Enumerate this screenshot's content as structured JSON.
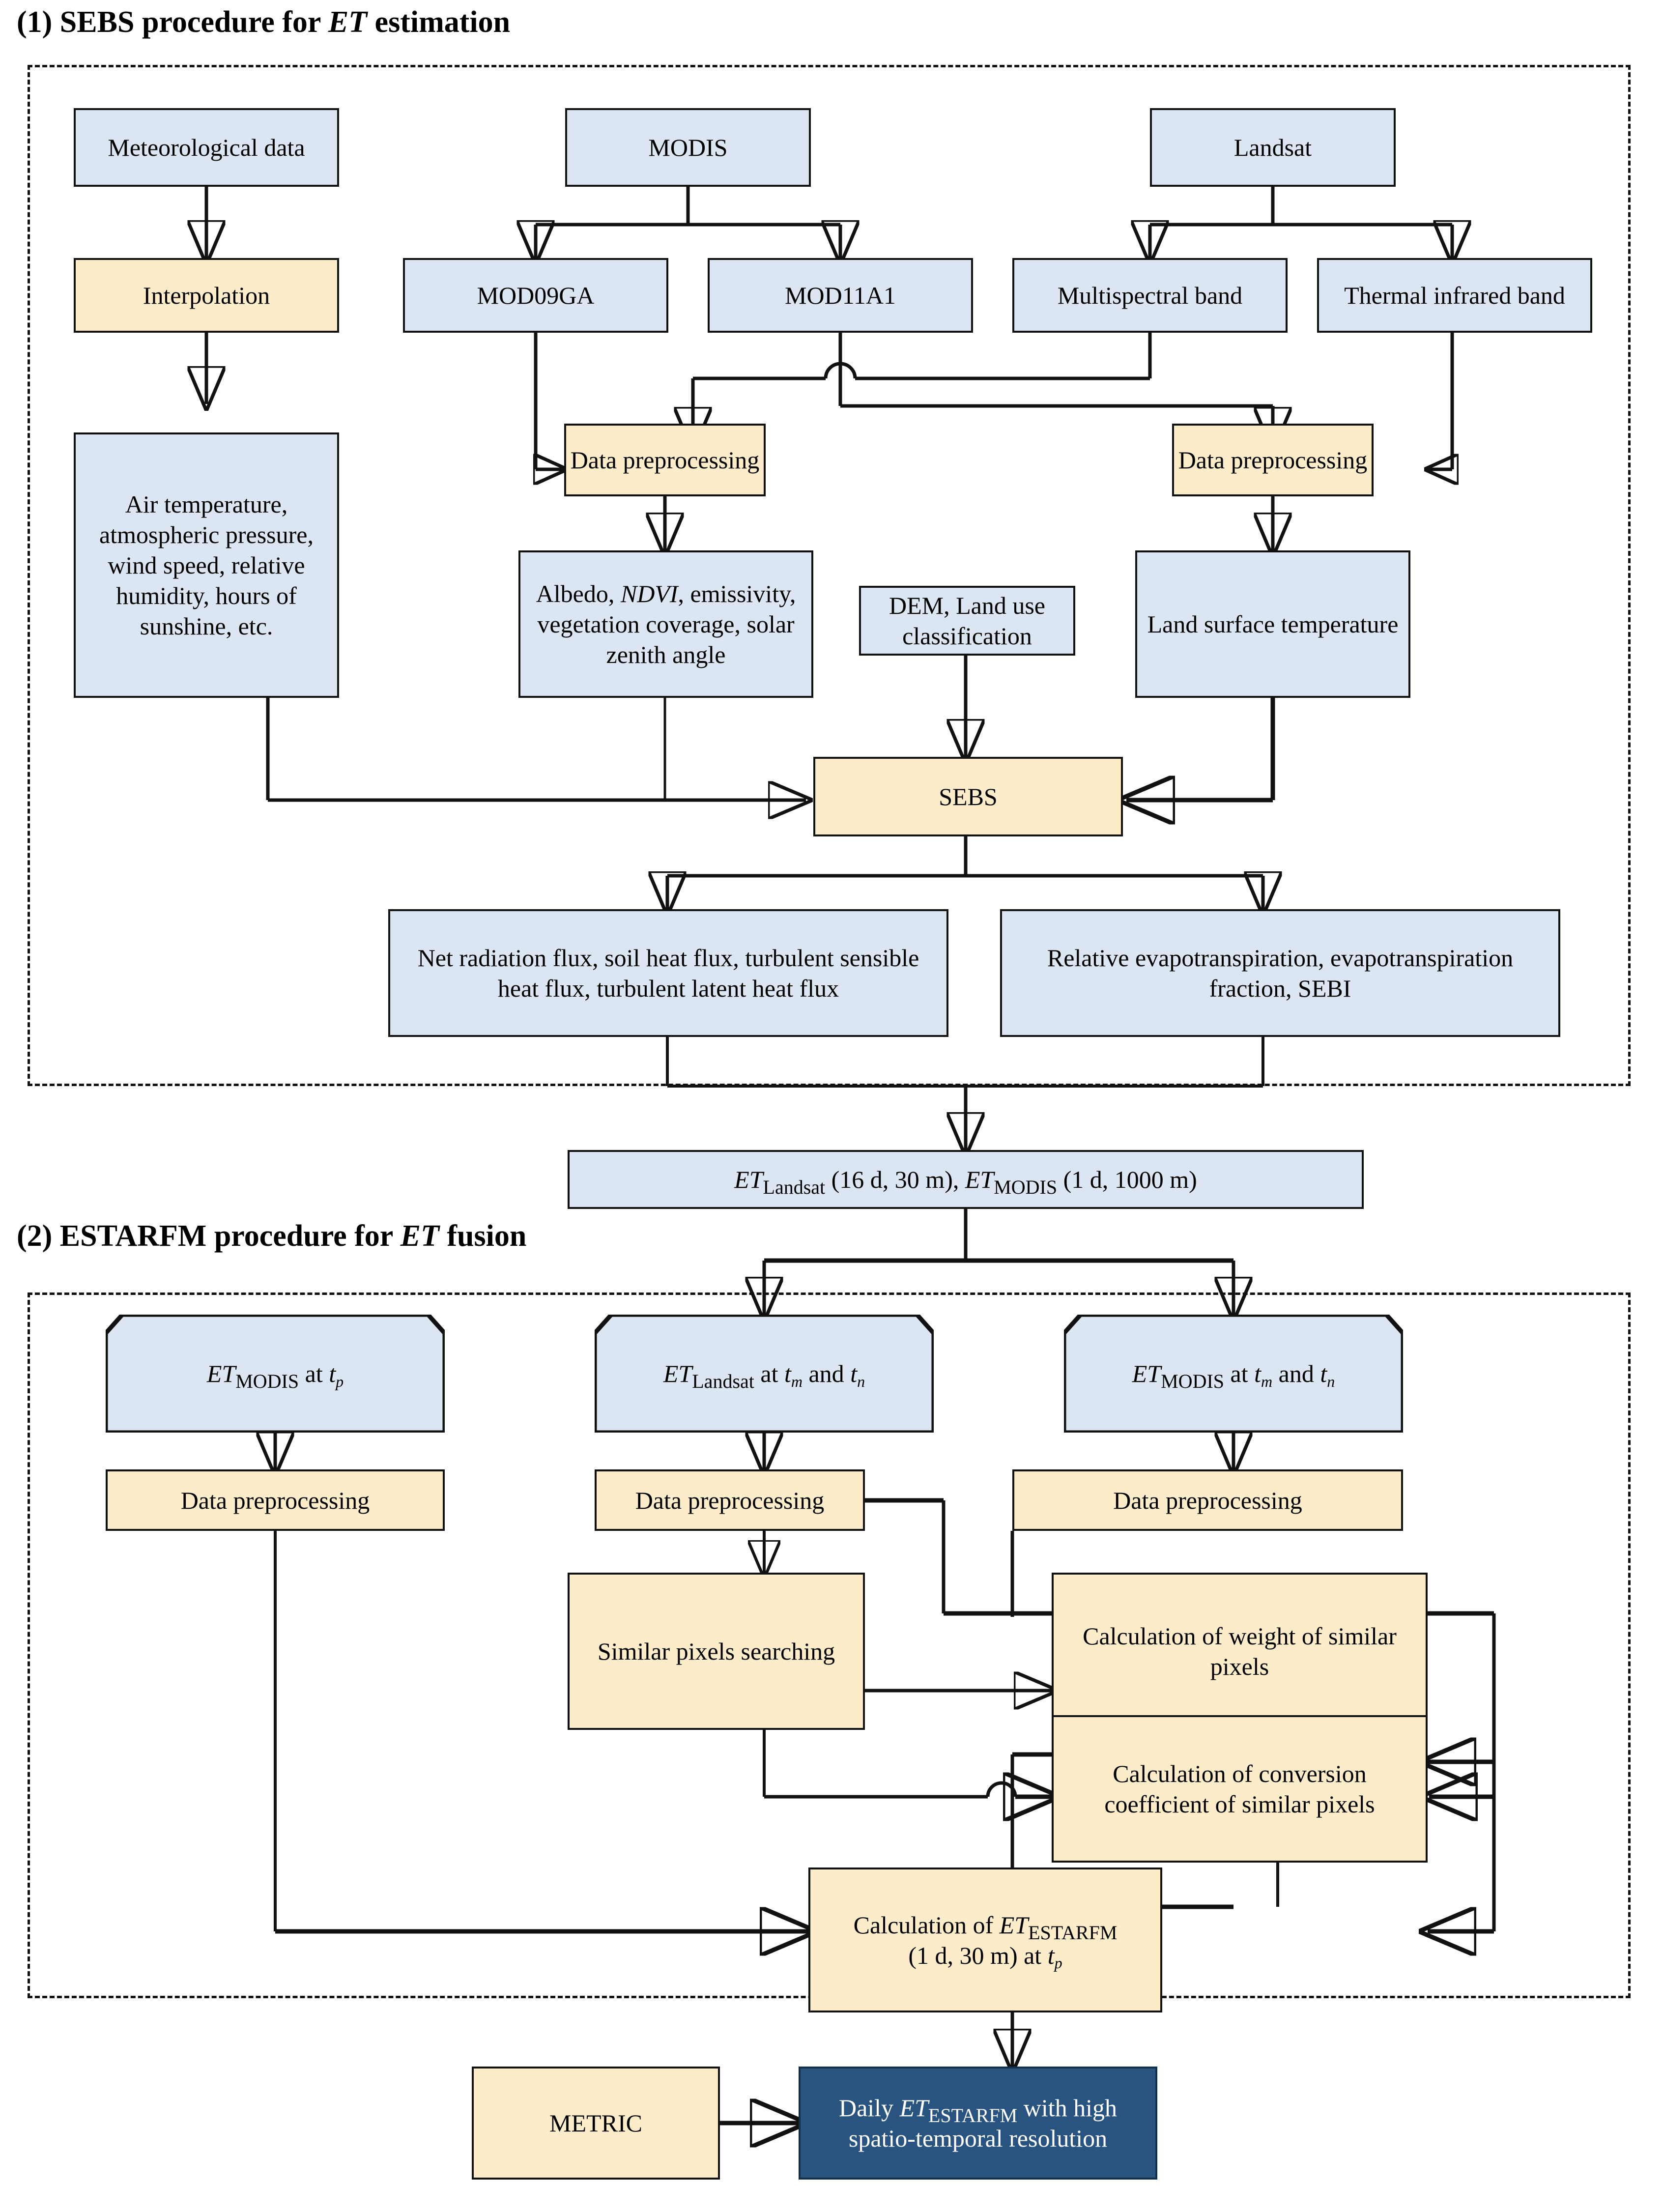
{
  "sections": {
    "one": {
      "label_plain": "(1) SEBS procedure  for ET estimation",
      "pre": "(1) SEBS procedure  for ",
      "em": "ET",
      "post": " estimation"
    },
    "two": {
      "label_plain": "(2) ESTARFM procedure for ET fusion",
      "pre": "(2) ESTARFM procedure for ",
      "em": "ET",
      "post": " fusion"
    }
  },
  "colors": {
    "blue_fill": "#dce6f2",
    "yellow_fill": "#fcecca",
    "navy_fill": "#2a5480",
    "stroke": "#111111",
    "page_bg": "#ffffff"
  },
  "nodes": {
    "meteorological_data": "Meteorological data",
    "modis": "MODIS",
    "landsat": "Landsat",
    "interpolation": "Interpolation",
    "mod09ga": "MOD09GA",
    "mod11a1": "MOD11A1",
    "multispectral_band": "Multispectral band",
    "thermal_infrared_band": "Thermal infrared band",
    "air_temperature": "Air temperature, atmospheric pressure, wind speed, relative humidity, hours of sunshine, etc.",
    "data_preproc_modis": "Data preprocessing",
    "data_preproc_landsat": "Data preprocessing",
    "albedo": "Albedo, NDVI, emissivity, vegetation coverage, solar zenith angle",
    "albedo_parts": {
      "a": "Albedo, ",
      "ndvi": "NDVI",
      "b": ", emissivity, vegetation coverage, solar zenith angle"
    },
    "dem_landuse": "DEM, Land use classification",
    "land_surface_temperature": "Land surface temperature",
    "sebs": "SEBS",
    "fluxes": "Net radiation flux, soil heat flux, turbulent sensible heat flux, turbulent latent heat flux",
    "relative_et": "Relative evapotranspiration, evapotranspiration fraction, SEBI",
    "et_products": {
      "full": "ET Landsat (16 d, 30 m), ET MODIS (1 d, 1000 m)",
      "et1": "ET",
      "sub1": "Landsat",
      "mid1": " (16 d, 30 m), ",
      "et2": "ET",
      "sub2": "MODIS",
      "mid2": " (1 d, 1000 m)"
    },
    "et_modis_tp": {
      "full": "ET MODIS at tp",
      "et": "ET",
      "sub": "MODIS",
      "at": " at ",
      "t": "t",
      "tsub": "p"
    },
    "et_landsat_tmtn": {
      "full": "ET Landsat at tm and tn",
      "et": "ET",
      "sub": "Landsat",
      "at": " at ",
      "t1": "t",
      "t1sub": "m",
      "and": " and ",
      "t2": "t",
      "t2sub": "n"
    },
    "et_modis_tmtn": {
      "full": "ET MODIS at tm and tn",
      "et": "ET",
      "sub": "MODIS",
      "at": " at ",
      "t1": "t",
      "t1sub": "m",
      "and": " and ",
      "t2": "t",
      "t2sub": "n"
    },
    "data_preproc_1": "Data preprocessing",
    "data_preproc_2": "Data preprocessing",
    "data_preproc_3": "Data preprocessing",
    "similar_pixels_searching": "Similar pixels searching",
    "calc_weight": "Calculation of weight of similar pixels",
    "calc_conversion": "Calculation of  conversion coefficient of similar pixels",
    "calc_estarfm": {
      "full": "Calculation of ET ESTARFM (1 d, 30 m) at tp",
      "pre": "Calculation of  ",
      "et": "ET",
      "sub": "ESTARFM",
      "line2a": "(1 d, 30 m) at ",
      "t": "t",
      "tsub": "p"
    },
    "metric": "METRIC",
    "daily_et": {
      "full": "Daily ET ESTARFM with high spatio-temporal resolution",
      "pre": "Daily ",
      "et": "ET",
      "sub": "ESTARFM",
      "post": " with high",
      "line2": "spatio-temporal resolution"
    }
  }
}
